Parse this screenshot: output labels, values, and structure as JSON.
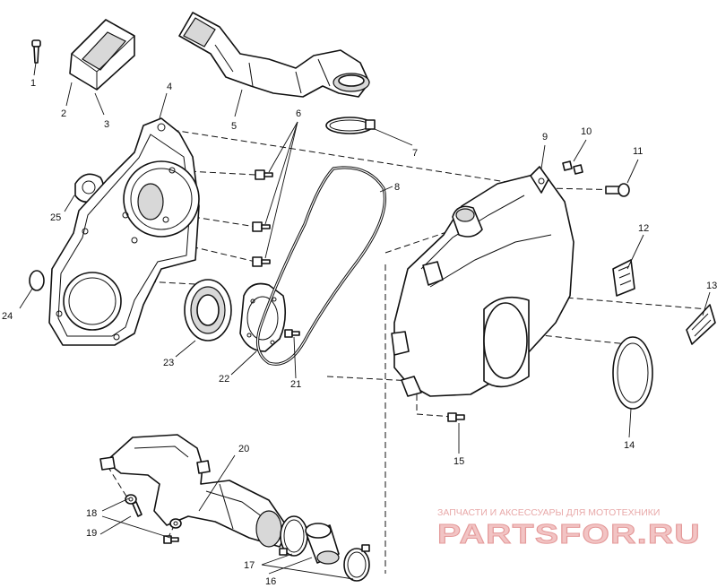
{
  "callouts": [
    "1",
    "2",
    "3",
    "4",
    "5",
    "6",
    "7",
    "8",
    "9",
    "10",
    "11",
    "12",
    "13",
    "14",
    "15",
    "16",
    "17",
    "18",
    "19",
    "20",
    "21",
    "22",
    "23",
    "24",
    "25"
  ],
  "watermark": {
    "subtitle": "ЗАПЧАСТИ И АКСЕССУАРЫ ДЛЯ МОТОТЕХНИКИ",
    "brand": "PARTSFOR.RU",
    "color": "#e8a9a9"
  }
}
